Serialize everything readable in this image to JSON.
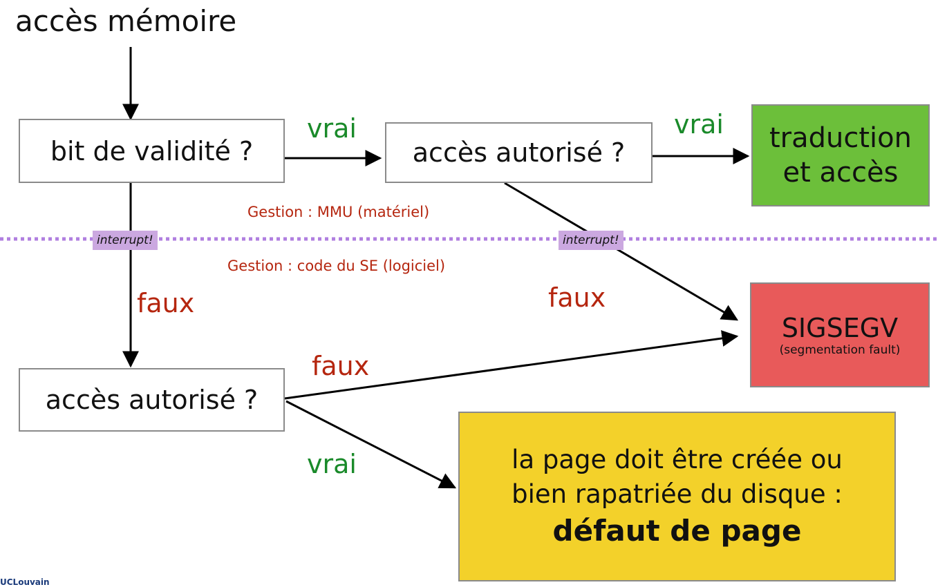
{
  "title": "accès mémoire",
  "nodes": {
    "validity": "bit de validité ?",
    "access_top": "accès autorisé ?",
    "translation_line1": "traduction",
    "translation_line2": "et accès",
    "access_bottom": "accès autorisé ?",
    "sigsegv": "SIGSEGV",
    "sigsegv_sub": "(segmentation fault)",
    "page_fault_line1": "la page doit être créée ou",
    "page_fault_line2": "bien rapatriée du disque :",
    "page_fault_line3": "défaut de page"
  },
  "edge_labels": {
    "vrai_1": "vrai",
    "vrai_2": "vrai",
    "faux_1": "faux",
    "faux_2": "faux",
    "faux_3": "faux",
    "vrai_3": "vrai"
  },
  "zones": {
    "hardware": "Gestion : MMU (matériel)",
    "software": "Gestion : code du SE (logiciel)"
  },
  "interrupt_label_1": "interrupt!",
  "interrupt_label_2": "interrupt!",
  "logo": "UCLouvain",
  "colors": {
    "green_box": "#6cbf3a",
    "red_box": "#e85a5a",
    "yellow_box": "#f3d12a",
    "divider": "#b07fe0",
    "true_label": "#1a8a2a",
    "false_label": "#b5260f"
  }
}
